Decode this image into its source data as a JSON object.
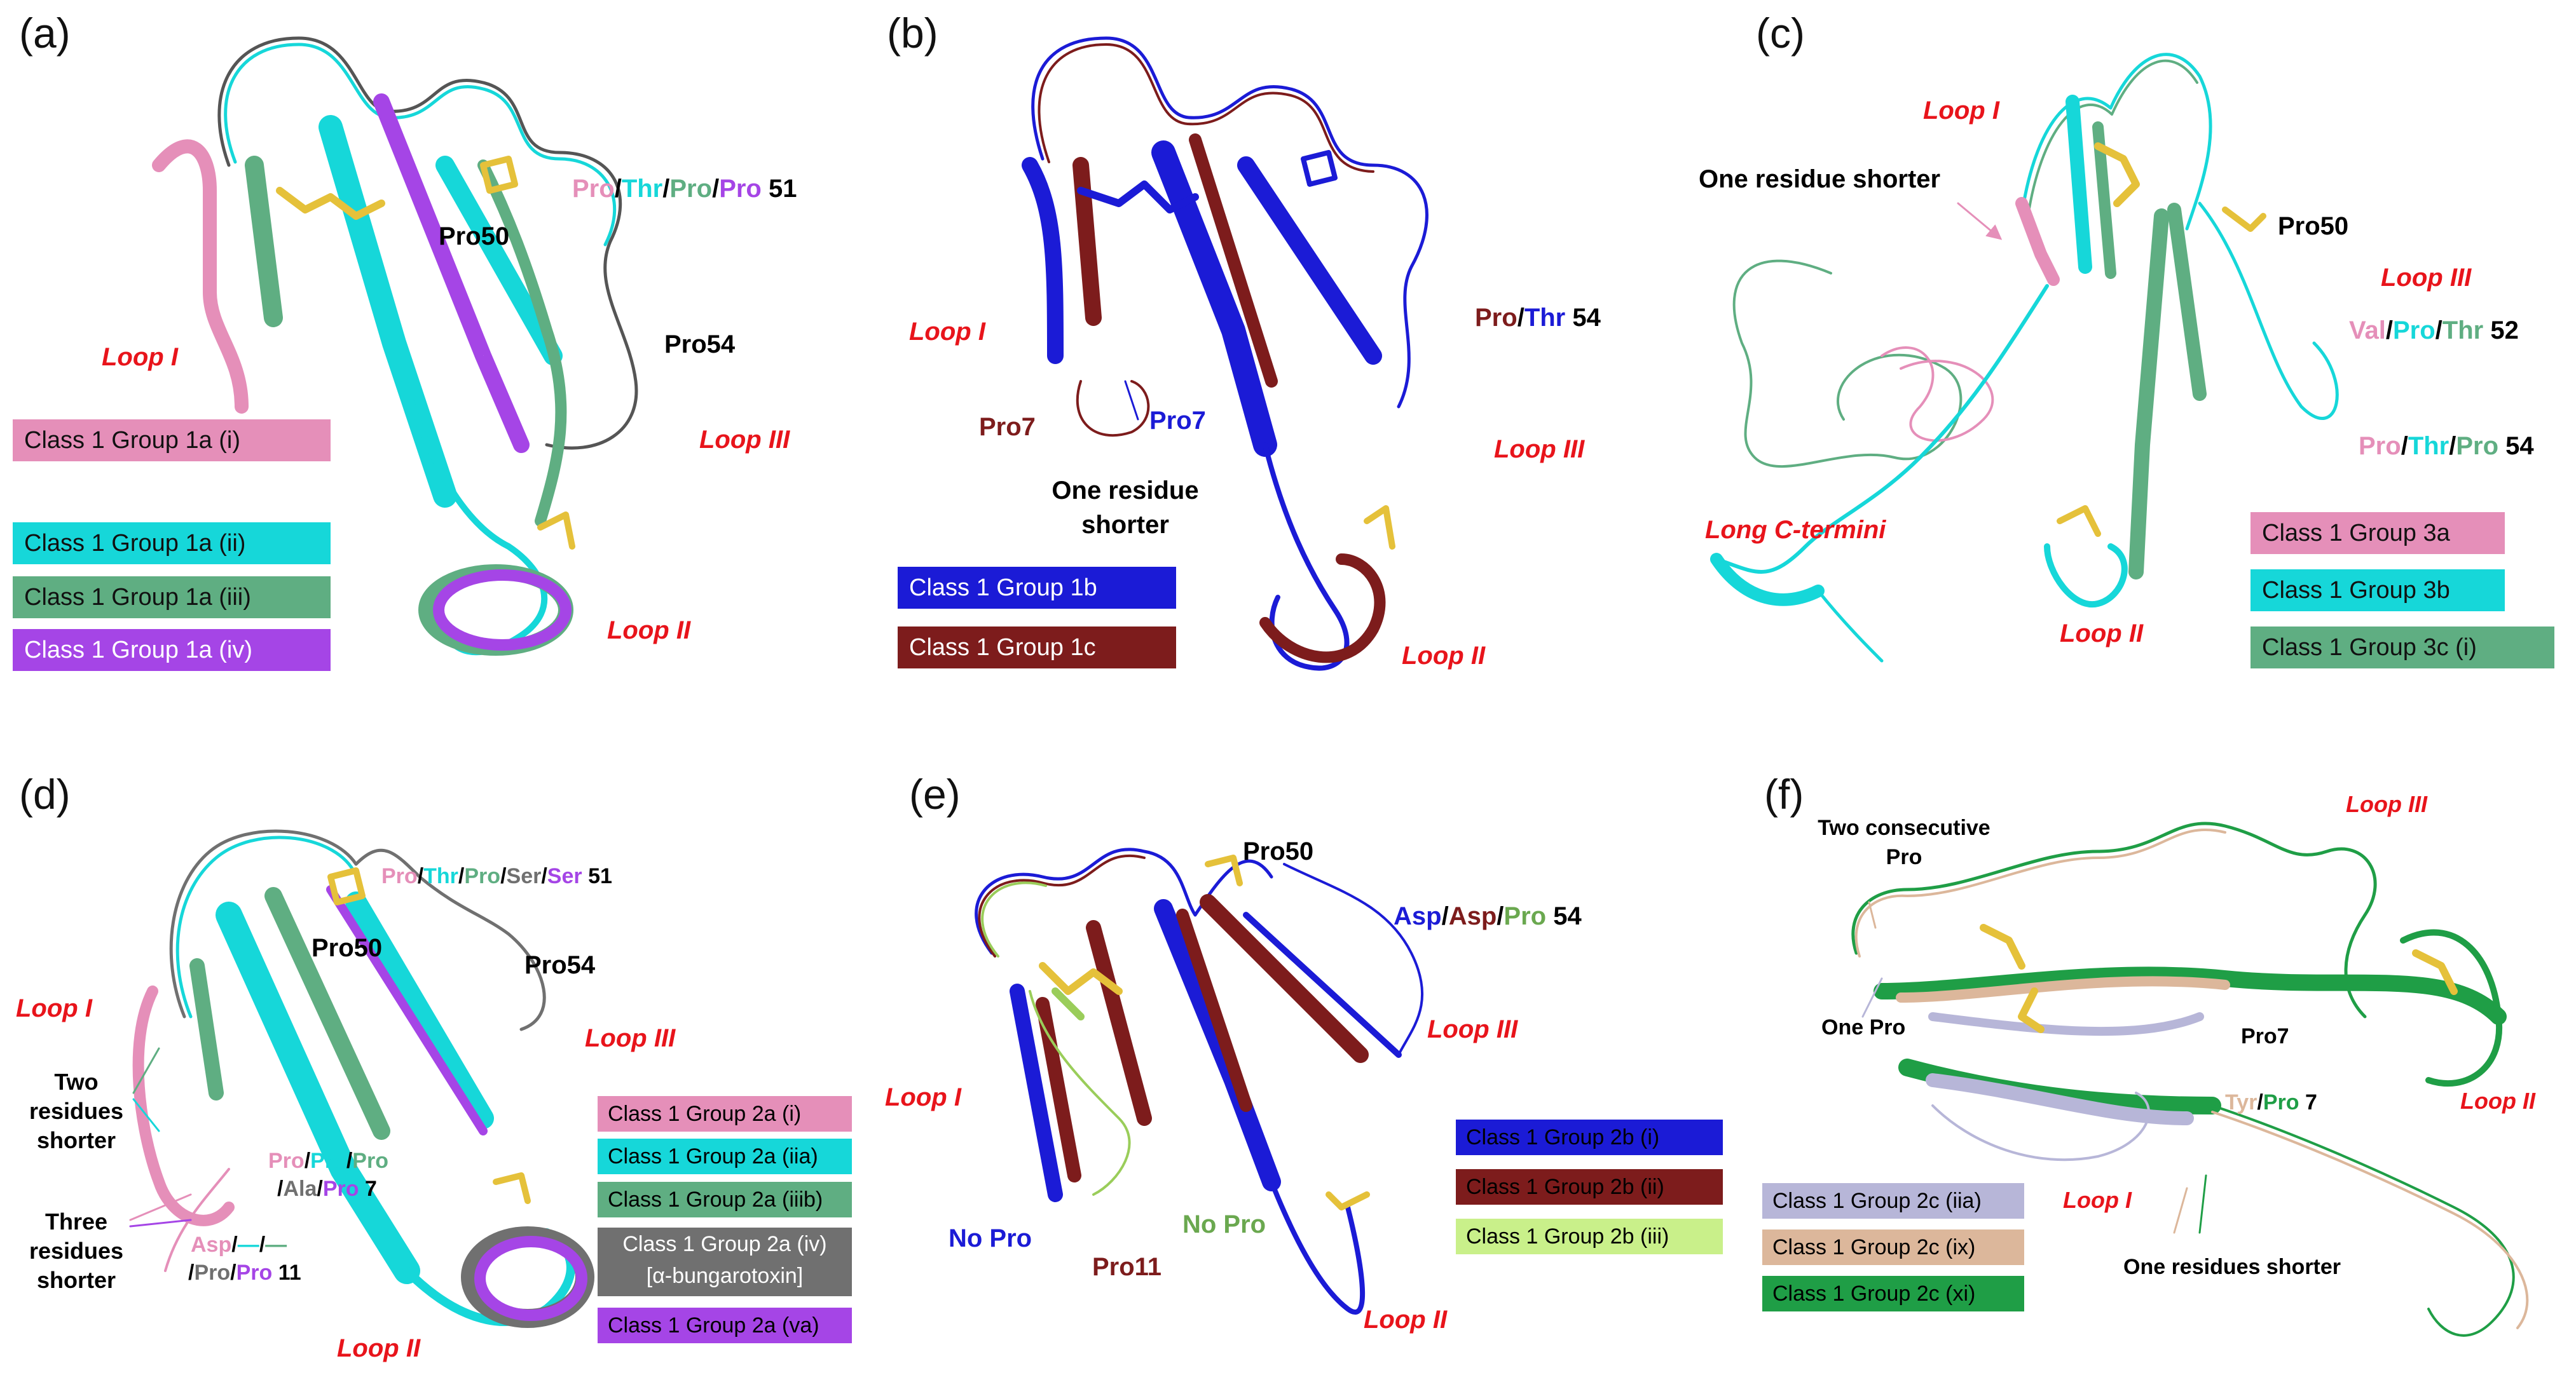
{
  "colors": {
    "pink": "#e58fb9",
    "cyan": "#16d7d9",
    "green": "#5fae82",
    "purple": "#a545e6",
    "blue": "#1b1bd6",
    "maroon": "#7d1c1c",
    "grey": "#707070",
    "lavender": "#b7b6d8",
    "peach": "#dcb79b",
    "kelly": "#1f9e46",
    "lime": "#c9f08a",
    "loop": "#e8141b",
    "stick": "#e5c13a"
  },
  "panels": {
    "a": {
      "letter": "(a)",
      "loops": [
        "Loop I",
        "Loop II",
        "Loop III"
      ],
      "labels": {
        "pro50": "Pro50",
        "pro54": "Pro54",
        "r51": [
          "Pro",
          "/",
          "Thr",
          "/",
          "Pro",
          "/",
          "Pro",
          " 51"
        ]
      },
      "legend": [
        "Class 1 Group 1a (i)",
        "Class 1 Group 1a (ii)",
        "Class 1 Group 1a (iii)",
        "Class 1 Group 1a (iv)"
      ]
    },
    "b": {
      "letter": "(b)",
      "loops": [
        "Loop I",
        "Loop II",
        "Loop III"
      ],
      "labels": {
        "pro7a": "Pro7",
        "pro7b": "Pro7",
        "shorter": "One residue shorter",
        "r54": [
          "Pro",
          "/",
          "Thr",
          " 54"
        ]
      },
      "legend": [
        "Class 1 Group 1b",
        "Class 1 Group 1c"
      ]
    },
    "c": {
      "letter": "(c)",
      "loops": [
        "Loop I",
        "Loop II",
        "Loop III"
      ],
      "labels": {
        "shorter": "One residue shorter",
        "pro50": "Pro50",
        "cterm": "Long C-termini",
        "r52": [
          "Val",
          "/",
          "Pro",
          "/",
          "Thr",
          " 52"
        ],
        "r54": [
          "Pro",
          "/",
          "Thr",
          "/",
          "Pro",
          " 54"
        ]
      },
      "legend": [
        "Class 1 Group 3a",
        "Class 1 Group 3b",
        "Class 1 Group 3c (i)"
      ]
    },
    "d": {
      "letter": "(d)",
      "loops": [
        "Loop I",
        "Loop II",
        "Loop III"
      ],
      "labels": {
        "pro50": "Pro50",
        "pro54": "Pro54",
        "r51": [
          "Pro",
          "/",
          "Thr",
          "/",
          "Pro",
          "/",
          "Ser",
          "/",
          "Ser",
          " 51"
        ],
        "r7a": [
          "Pro",
          "/",
          "Pro",
          "/",
          "Pro"
        ],
        "r7b": [
          "/",
          "Ala",
          "/",
          "Pro",
          " 7"
        ],
        "r11a": [
          "Asp",
          "/",
          "—",
          "/",
          "—"
        ],
        "r11b": [
          "/",
          "Pro",
          "/",
          "Pro",
          " 11"
        ],
        "two": "Two residues shorter",
        "three": "Three residues shorter"
      },
      "legend": [
        "Class 1 Group 2a (i)",
        "Class 1 Group 2a (iia)",
        "Class 1 Group 2a (iiib)",
        "Class 1 Group 2a (iv)",
        "[α-bungarotoxin]",
        "Class 1 Group 2a (va)"
      ]
    },
    "e": {
      "letter": "(e)",
      "loops": [
        "Loop I",
        "Loop II",
        "Loop III"
      ],
      "labels": {
        "pro50": "Pro50",
        "nopro1": "No Pro",
        "nopro2": "No Pro",
        "pro11": "Pro11",
        "r54": [
          "Asp",
          "/",
          "Asp",
          "/",
          "Pro",
          " 54"
        ]
      },
      "legend": [
        "Class 1 Group 2b (i)",
        "Class 1 Group 2b (ii)",
        "Class 1 Group 2b (iii)"
      ]
    },
    "f": {
      "letter": "(f)",
      "loops": [
        "Loop I",
        "Loop II",
        "Loop III"
      ],
      "labels": {
        "twopro": "Two consecutive Pro",
        "onepro": "One Pro",
        "pro7": "Pro7",
        "shorter": "One residues shorter",
        "r7": [
          "Tyr",
          "/",
          "Pro",
          " 7"
        ]
      },
      "legend": [
        "Class 1 Group 2c (iia)",
        "Class 1 Group 2c (ix)",
        "Class 1 Group 2c (xi)"
      ]
    }
  }
}
